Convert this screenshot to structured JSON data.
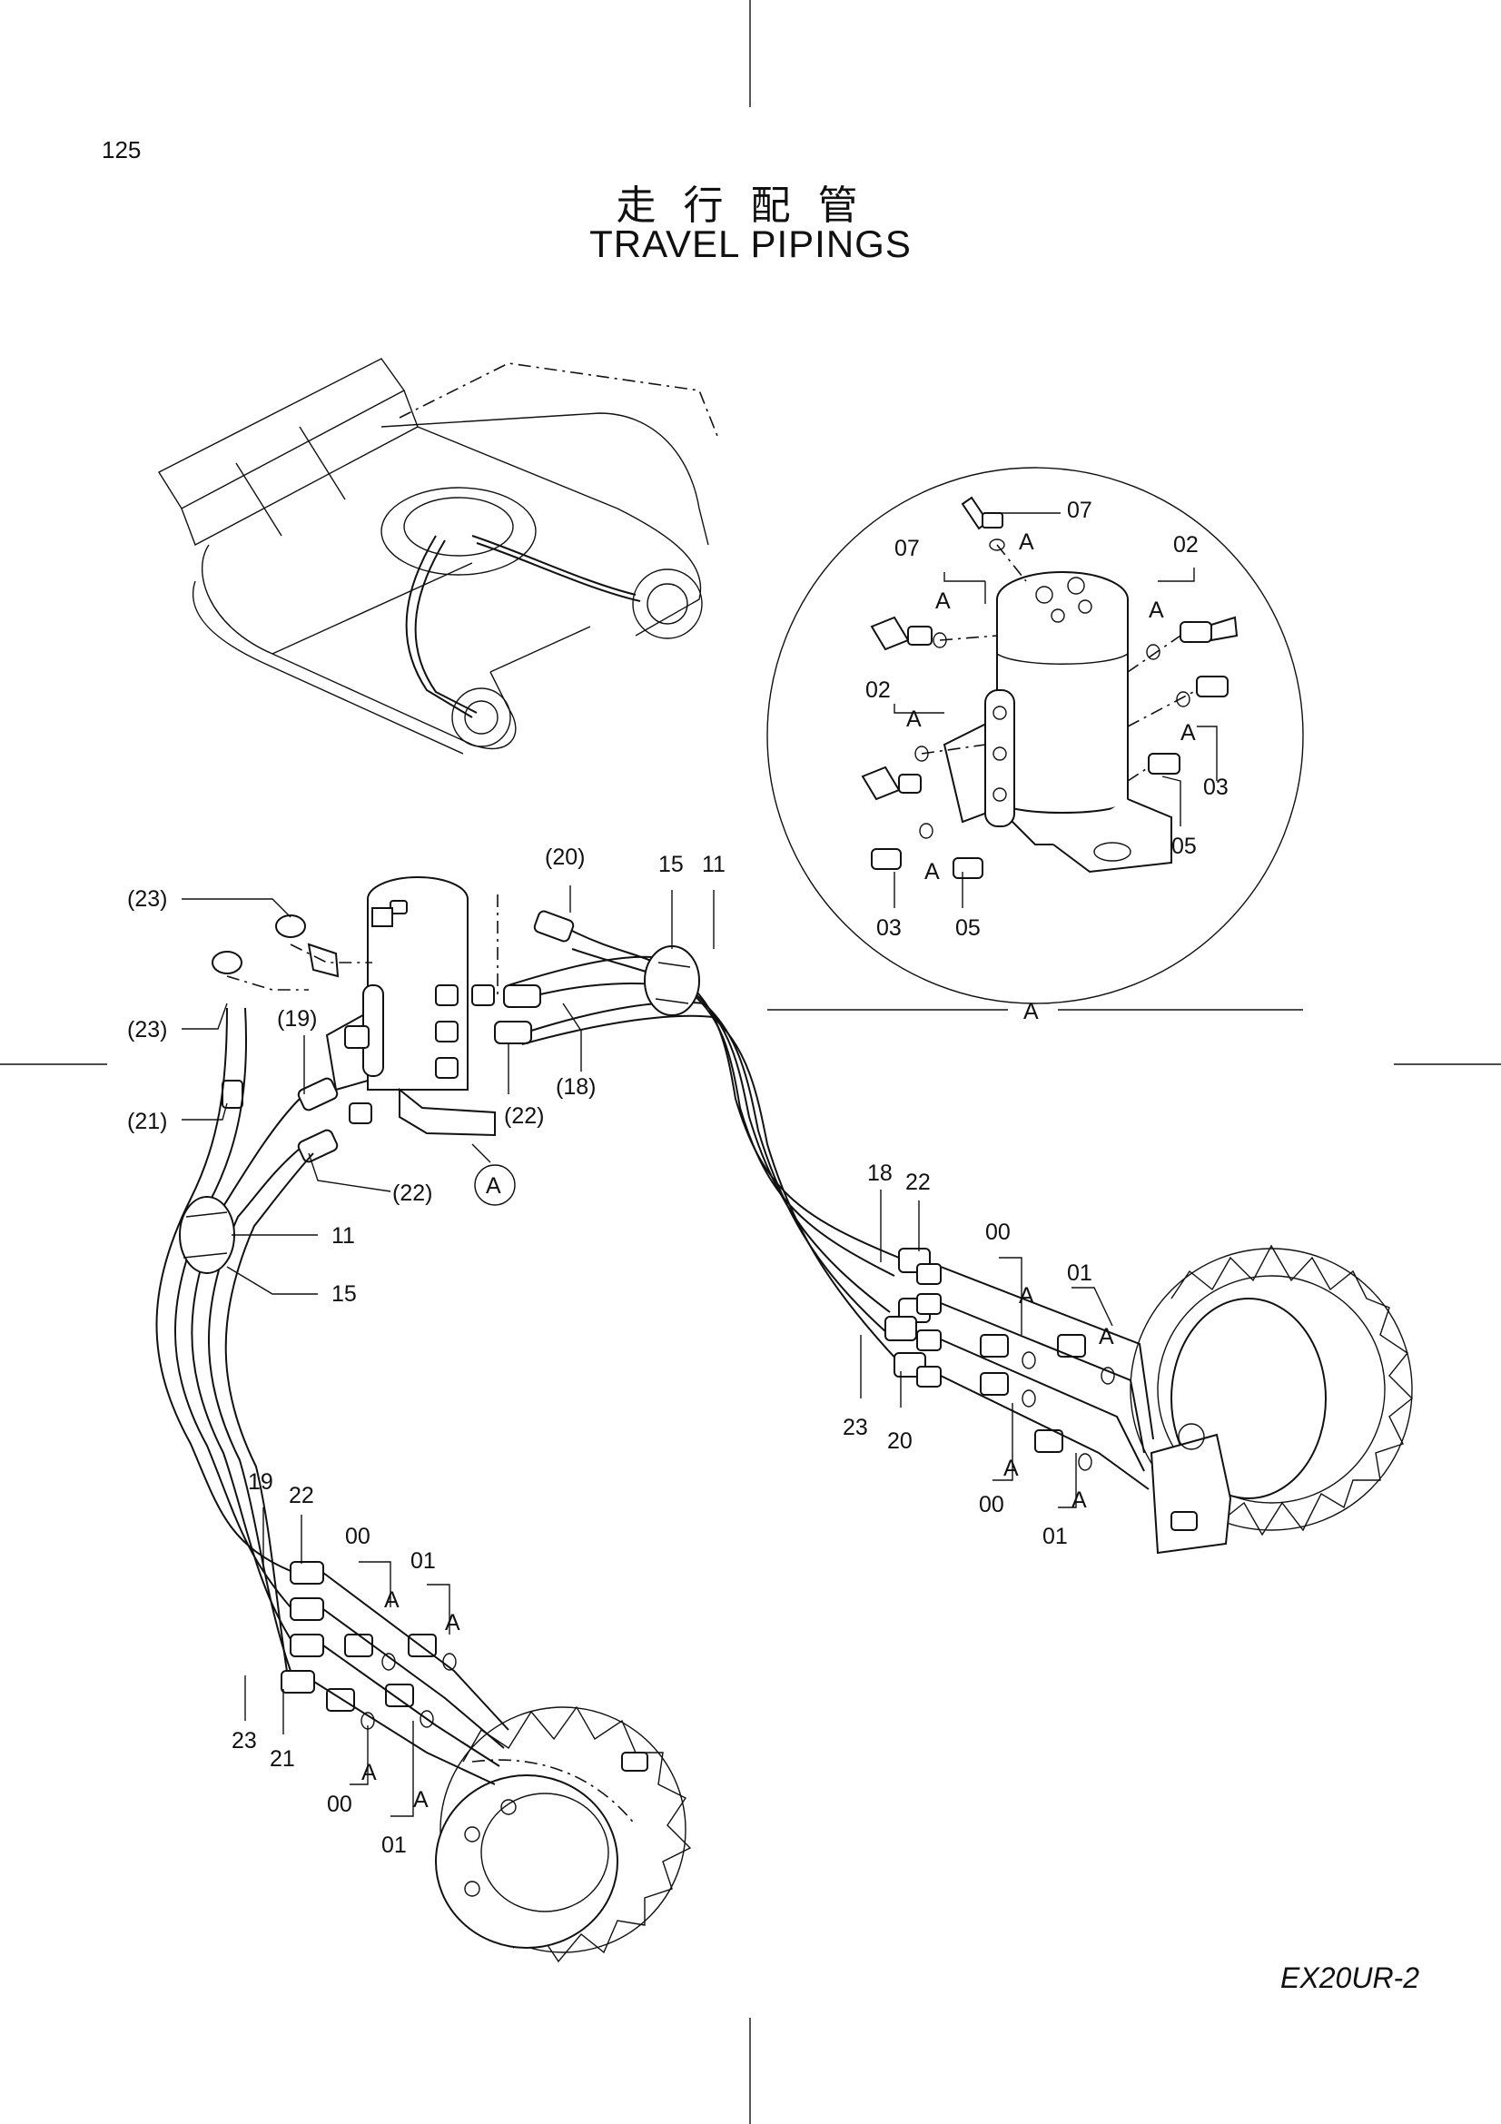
{
  "page_number": "125",
  "title_jp": "走行配管",
  "title_en": "TRAVEL PIPINGS",
  "model": "EX20UR-2",
  "detail_marker": "A",
  "detail_label": "A",
  "detail_labels": {
    "top_07": "07",
    "left_07": "07",
    "right_02": "02",
    "left_02": "02",
    "bottom_03": "03",
    "bottom_05": "05",
    "right_03": "03",
    "right_05": "05",
    "a1": "A",
    "a2": "A",
    "a3": "A",
    "a4": "A",
    "a5": "A",
    "a6": "A"
  },
  "main_labels": {
    "l23a": "(23)",
    "l23b": "(23)",
    "l21": "(21)",
    "l19": "(19)",
    "l20": "(20)",
    "l18": "(18)",
    "l22a": "(22)",
    "l22b": "(22)",
    "l15a": "15",
    "l11a": "11",
    "l11b": "11",
    "l15b": "15"
  },
  "right_motor_labels": {
    "r18": "18",
    "r22": "22",
    "r00a": "00",
    "r01a": "01",
    "r23": "23",
    "r20": "20",
    "r00b": "00",
    "r01b": "01",
    "ra1": "A",
    "ra2": "A",
    "ra3": "A",
    "ra4": "A"
  },
  "left_motor_labels": {
    "m19": "19",
    "m22": "22",
    "m00a": "00",
    "m01a": "01",
    "m23": "23",
    "m21": "21",
    "m00b": "00",
    "m01b": "01",
    "ma1": "A",
    "ma2": "A",
    "ma3": "A",
    "ma4": "A"
  }
}
